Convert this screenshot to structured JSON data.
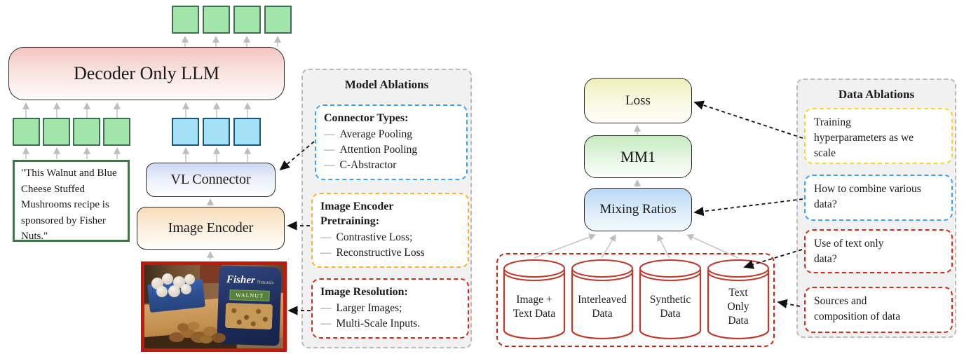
{
  "left_diagram": {
    "decoder_label": "Decoder Only LLM",
    "vl_connector_label": "VL Connector",
    "image_encoder_label": "Image Encoder",
    "caption_text": "\"This Walnut and Blue Cheese Stuffed Mushrooms recipe is sponsored by Fisher Nuts.\"",
    "photo": {
      "bag_brand": "Fisher",
      "bag_subbrand": "Naturals",
      "bag_label": "WALNUT"
    }
  },
  "model_ablations": {
    "title": "Model Ablations",
    "bullet": "—",
    "connector_box": {
      "heading": "Connector Types:",
      "items": [
        "Average Pooling",
        "Attention Pooling",
        "C-Abstractor"
      ]
    },
    "pretraining_box": {
      "heading": "Image Encoder Pretraining:",
      "items": [
        "Contrastive Loss;",
        "Reconstructive Loss"
      ]
    },
    "resolution_box": {
      "heading": "Image Resolution:",
      "items": [
        "Larger Images;",
        "Multi-Scale Inputs."
      ]
    }
  },
  "right_diagram": {
    "loss_label": "Loss",
    "mm1_label": "MM1",
    "mixing_label": "Mixing Ratios",
    "cylinders": [
      {
        "lines": [
          "Image +",
          "Text Data",
          ""
        ]
      },
      {
        "lines": [
          "Interleaved",
          "Data",
          ""
        ]
      },
      {
        "lines": [
          "Synthetic",
          "Data",
          ""
        ]
      },
      {
        "lines": [
          "Text",
          "Only",
          "Data"
        ]
      }
    ]
  },
  "data_ablations": {
    "title": "Data Ablations",
    "hyperparams_box": "Training hyperparameters as we scale",
    "combine_box": "How to combine various data?",
    "text_only_box": "Use of text only data?",
    "sources_box": "Sources and composition of data"
  },
  "colors": {
    "blue_dashed": "#38a3f7",
    "yellow_dashed": "#f9b233",
    "yellow_bright_dashed": "#fbd42c",
    "red_dashed": "#d62b18",
    "cylinder_stroke": "#c0392b",
    "token_green": "#a2e5ab",
    "token_blue": "#a4e1f7",
    "panel_gray": "#f1f1f1"
  }
}
